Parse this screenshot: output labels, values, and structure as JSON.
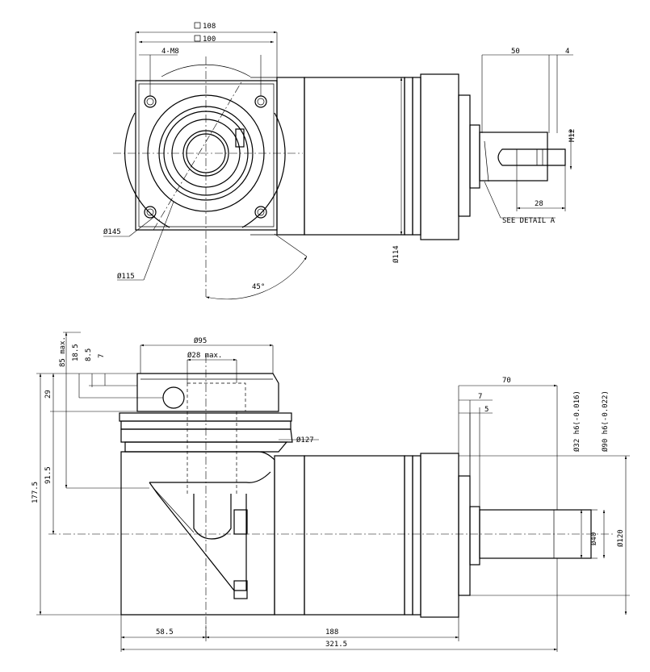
{
  "labels": {
    "sq108": "108",
    "sq100": "100",
    "holes": "4-M8",
    "d145": "Ø145",
    "d115": "Ø115",
    "angle": "45°",
    "d114": "Ø114",
    "len50": "50",
    "len4": "4",
    "m12": "M12",
    "len28": "28",
    "detail": "SEE DETAIL A",
    "d95": "Ø95",
    "d28max": "Ø28 max.",
    "max85": "85 max.",
    "v18_5": "18.5",
    "v8_5": "8.5",
    "v7a": "7",
    "v29": "29",
    "v91_5": "91.5",
    "v177_5": "177.5",
    "d127": "Ø127",
    "len70": "70",
    "v7b": "7",
    "v5": "5",
    "d32": "Ø32 h6(-0.016)",
    "d90": "Ø90 h6(-0.022)",
    "d40": "Ø40",
    "d120": "Ø120",
    "v58_5": "58.5",
    "v188": "188",
    "v321_5": "321.5"
  }
}
